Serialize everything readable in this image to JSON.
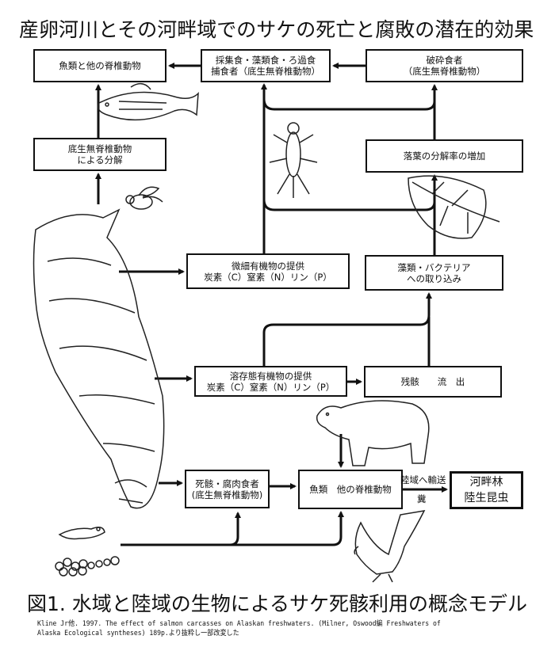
{
  "title": "産卵河川とその河畔域でのサケの死亡と腐敗の潜在的効果",
  "boxes": {
    "fish_vertebrates_top": "魚類と他の脊椎動物",
    "collectors_line1": "採集食・藻類食・ろ過食",
    "collectors_line2": "捕食者（底生無脊椎動物）",
    "shredders_line1": "破砕食者",
    "shredders_line2": "（底生無脊椎動物）",
    "decomposition_line1": "底生無脊椎動物",
    "decomposition_line2": "による分解",
    "leaf_decay": "落葉の分解率の増加",
    "fpom_line1": "微細有機物の提供",
    "fpom_line2": "炭素（C）窒素（N）リン（P）",
    "algae_line1": "藻類・バクテリア",
    "algae_line2": "への取り込み",
    "dom_line1": "溶存態有機物の提供",
    "dom_line2": "炭素（C）窒素（N）リン（P）",
    "outflow": "残骸　　流　出",
    "scavengers_line1": "死骸・腐肉食者",
    "scavengers_line2": "(底生無脊椎動物)",
    "fish_vertebrates_bottom": "魚類　他の脊椎動物",
    "riparian_line1": "河畔林",
    "riparian_line2": "陸生昆虫"
  },
  "labels": {
    "transport": "陸域へ輸送",
    "feces": "糞"
  },
  "caption": "図1. 水域と陸域の生物によるサケ死骸利用の概念モデル",
  "citation_line1": "Kline Jr他. 1997. The effect of salmon carcasses on Alaskan freshwaters. (Milner, Oswood編  Freshwaters of",
  "citation_line2": "Alaska Ecological syntheses) 189p.より抜粋し一部改変した"
}
